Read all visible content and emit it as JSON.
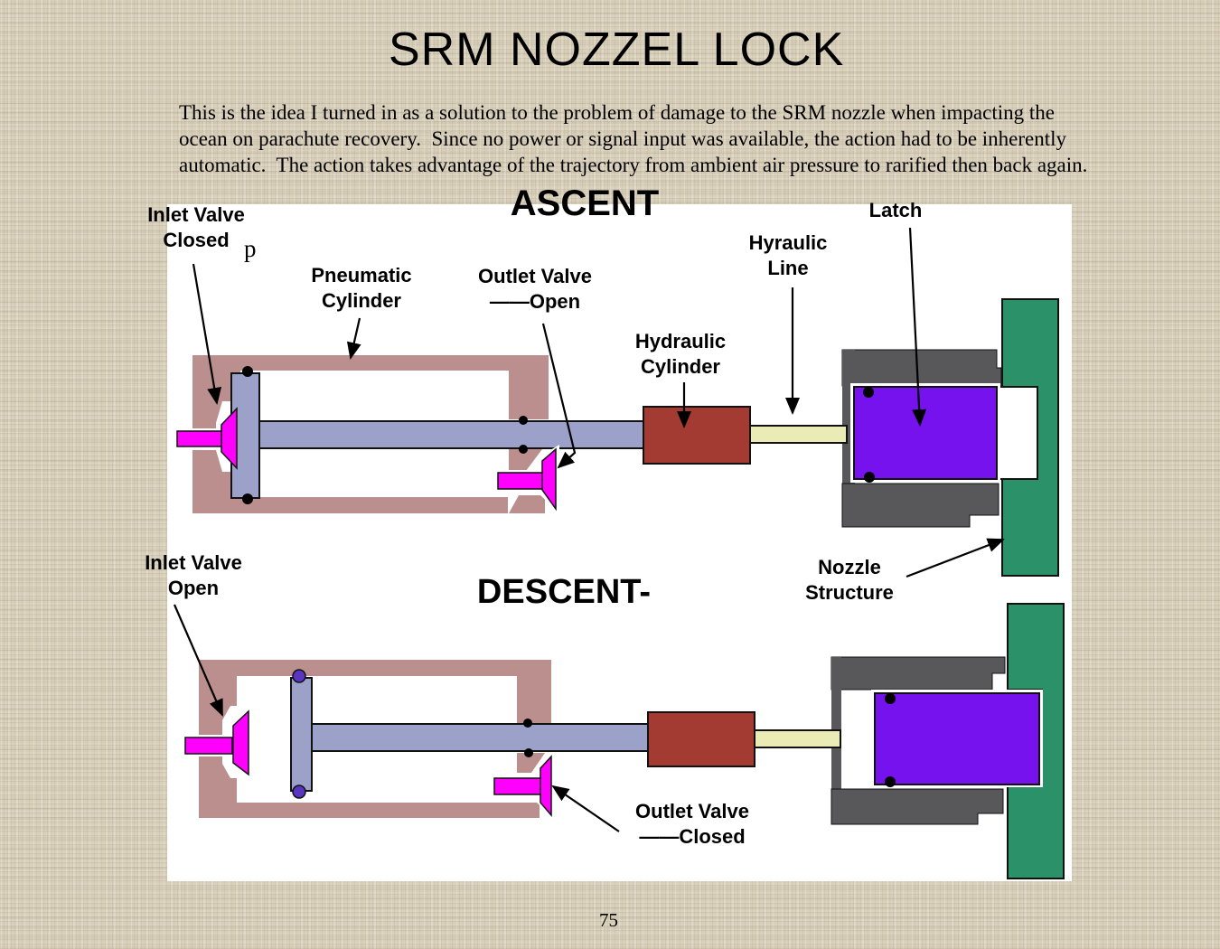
{
  "slide": {
    "title": "SRM NOZZEL LOCK",
    "intro_line_1": "This is the idea I turned in as a solution to the problem of damage to the SRM nozzle when impacting the",
    "intro_line_2": "ocean on parachute recovery.  Since no power or signal input was available, the action had to be inherently",
    "intro_line_3": "automatic.  The action takes advantage of the trajectory from ambient air pressure to rarified then back again.",
    "page_number": "75"
  },
  "ascent": {
    "title": "ASCENT",
    "inlet_valve_line_1": "Inlet Valve",
    "inlet_valve_line_2": "Closed",
    "pressure_symbol": "p",
    "pneumatic_line_1": "Pneumatic",
    "pneumatic_line_2": "Cylinder",
    "outlet_valve_line_1": "Outlet Valve",
    "outlet_valve_line_2": "——Open",
    "hydraulic_cylinder_line_1": "Hydraulic",
    "hydraulic_cylinder_line_2": "Cylinder",
    "hydraulic_line_line_1": "Hyraulic",
    "hydraulic_line_line_2": "Line",
    "latch_label": "Latch"
  },
  "descent": {
    "title": "DESCENT-",
    "inlet_valve_line_1": "Inlet Valve",
    "inlet_valve_line_2": "Open",
    "nozzle_line_1": "Nozzle",
    "nozzle_line_2": "Structure",
    "outlet_valve_line_1": "Outlet Valve",
    "outlet_valve_line_2": "——Closed"
  },
  "colors": {
    "pneumatic_housing": "#BB8F8E",
    "piston_rod": "#9BA1C9",
    "valve_magenta": "#FF00FF",
    "hydraulic_cylinder_red": "#A33B32",
    "hydraulic_line_yellow": "#EBEBB5",
    "latch_housing_gray": "#58585A",
    "latch_purple": "#7612EE",
    "nozzle_green": "#2B9168",
    "seal_dot_violet": "#5A35C2"
  }
}
